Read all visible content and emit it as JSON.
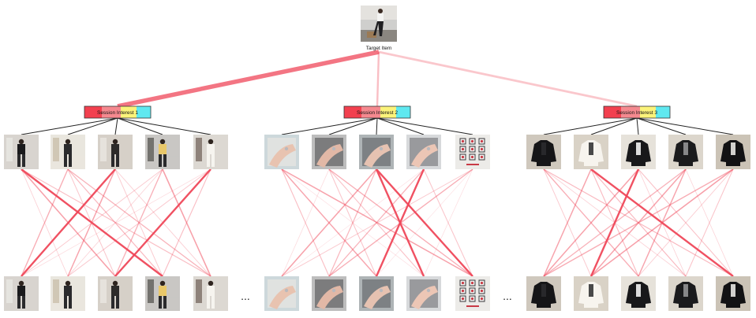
{
  "target": {
    "label": "Target Item"
  },
  "sessions": [
    {
      "label": "Session Interest 1",
      "label_colors": [
        "#f2404f",
        "#f5898f",
        "#fbf37a",
        "#5fe8f0"
      ],
      "items": [
        {
          "icon": "black-outfit-photo-icon"
        },
        {
          "icon": "shelf-outfit-photo-icon"
        },
        {
          "icon": "pants-outfit-photo-icon"
        },
        {
          "icon": "yellow-top-outfit-photo-icon"
        },
        {
          "icon": "white-pants-outfit-photo-icon"
        }
      ],
      "ellipsis": "..."
    },
    {
      "label": "Session Interest 2",
      "label_colors": [
        "#f2404f",
        "#f5898f",
        "#fbf37a",
        "#5fe8f0"
      ],
      "items": [
        {
          "icon": "hand-ring-photo-icon"
        },
        {
          "icon": "hand-sleeve-photo-icon"
        },
        {
          "icon": "hand-bracelet-photo-icon"
        },
        {
          "icon": "hand-jewelry-photo-icon"
        },
        {
          "icon": "watch-set-photo-icon"
        }
      ],
      "ellipsis": "..."
    },
    {
      "label": "Session Interest 3",
      "label_colors": [
        "#f2404f",
        "#f5898f",
        "#fbf37a",
        "#5fe8f0"
      ],
      "items": [
        {
          "icon": "black-jacket-photo-icon"
        },
        {
          "icon": "white-sweater-photo-icon"
        },
        {
          "icon": "black-sweater-tag-photo-icon"
        },
        {
          "icon": "black-hoodie-photo-icon"
        },
        {
          "icon": "black-white-jacket-photo-icon"
        }
      ]
    }
  ],
  "colors": {
    "edge": "#f0485a",
    "tree": "#222222"
  }
}
